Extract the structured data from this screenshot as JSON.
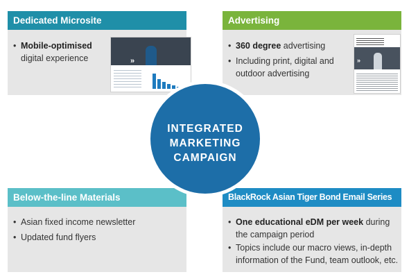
{
  "center": {
    "line1": "INTEGRATED",
    "line2": "MARKETING",
    "line3": "CAMPAIGN"
  },
  "microsite": {
    "title": "Dedicated Microsite",
    "bullets": [
      {
        "bold": "Mobile-optimised",
        "rest": "digital experience"
      }
    ]
  },
  "advertising": {
    "title": "Advertising",
    "bullets": [
      {
        "bold": "360 degree",
        "rest": " advertising"
      },
      {
        "bold": "",
        "rest": "Including print, digital and outdoor advertising"
      }
    ]
  },
  "btl": {
    "title": "Below-the-line Materials",
    "bullets": [
      {
        "rest": "Asian fixed income newsletter"
      },
      {
        "rest": "Updated fund flyers"
      }
    ]
  },
  "email": {
    "title": "BlackRock Asian Tiger Bond Email Series",
    "bullets": [
      {
        "bold": "One educational eDM per week",
        "rest": " during the campaign period"
      },
      {
        "bold": "",
        "rest": "Topics include our macro views, in-depth information of the Fund, team outlook, etc."
      }
    ]
  },
  "colors": {
    "microsite": "#1f8fa8",
    "advertising": "#7ab43c",
    "btl": "#5bbfc8",
    "email": "#1e8cc4",
    "circle": "#1d6ea8"
  }
}
